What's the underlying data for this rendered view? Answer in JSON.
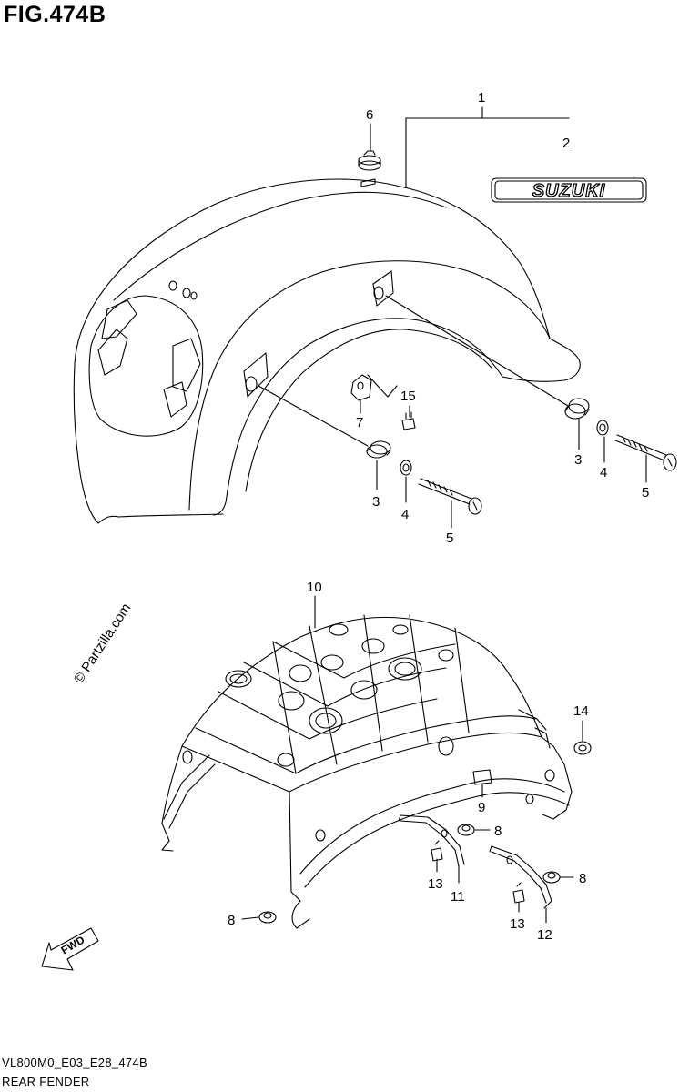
{
  "figure": {
    "title": "FIG.474B",
    "code": "VL800M0_E03_E28_474B",
    "name": "REAR FENDER",
    "watermark": "© Partzilla.com",
    "logo_text": "SUZUKI",
    "direction_label": "FWD"
  },
  "callouts": [
    {
      "id": "c1",
      "label": "1"
    },
    {
      "id": "c2",
      "label": "2"
    },
    {
      "id": "c3a",
      "label": "3"
    },
    {
      "id": "c3b",
      "label": "3"
    },
    {
      "id": "c4a",
      "label": "4"
    },
    {
      "id": "c4b",
      "label": "4"
    },
    {
      "id": "c5a",
      "label": "5"
    },
    {
      "id": "c5b",
      "label": "5"
    },
    {
      "id": "c6",
      "label": "6"
    },
    {
      "id": "c7",
      "label": "7"
    },
    {
      "id": "c15",
      "label": "15"
    },
    {
      "id": "c10",
      "label": "10"
    },
    {
      "id": "c14",
      "label": "14"
    },
    {
      "id": "c9",
      "label": "9"
    },
    {
      "id": "c8a",
      "label": "8"
    },
    {
      "id": "c8b",
      "label": "8"
    },
    {
      "id": "c8c",
      "label": "8"
    },
    {
      "id": "c13a",
      "label": "13"
    },
    {
      "id": "c13b",
      "label": "13"
    },
    {
      "id": "c11",
      "label": "11"
    },
    {
      "id": "c12",
      "label": "12"
    }
  ]
}
